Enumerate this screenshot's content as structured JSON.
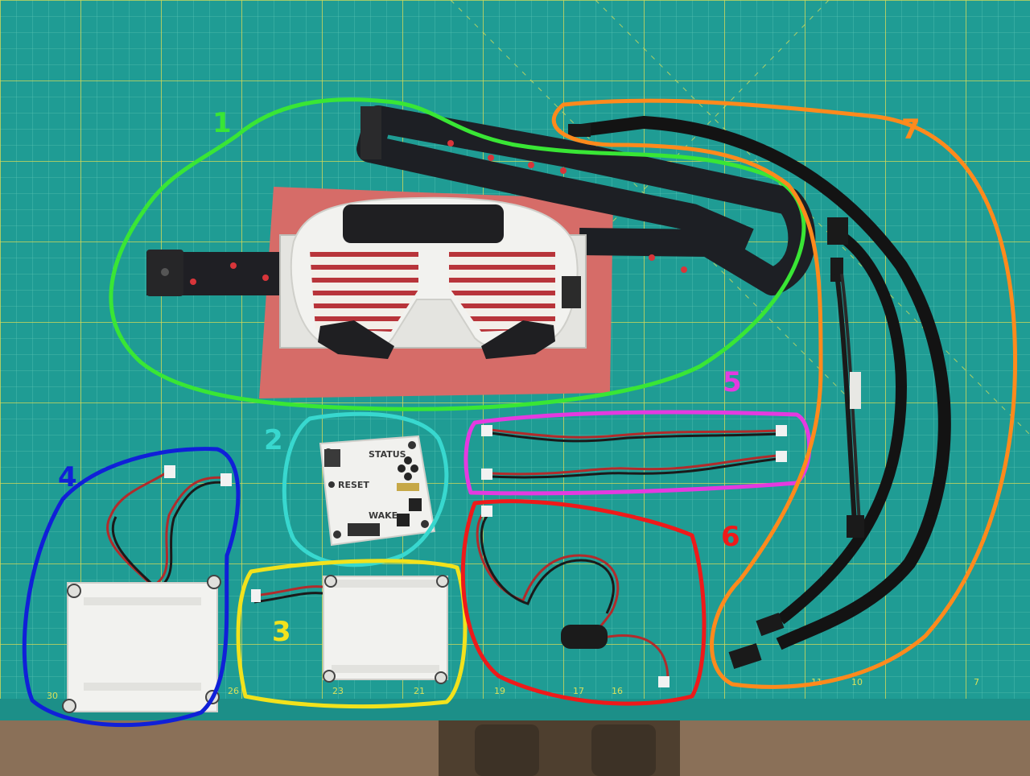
{
  "labels": [
    {
      "id": "group-1",
      "text": "1",
      "color": "#39e635"
    },
    {
      "id": "group-2",
      "text": "2",
      "color": "#38d8cf"
    },
    {
      "id": "group-3",
      "text": "3",
      "color": "#f2e21c"
    },
    {
      "id": "group-4",
      "text": "4",
      "color": "#1020d8"
    },
    {
      "id": "group-5",
      "text": "5",
      "color": "#e43ae0"
    },
    {
      "id": "group-6",
      "text": "6",
      "color": "#ee1a1a"
    },
    {
      "id": "group-7",
      "text": "7",
      "color": "#ff8a1c"
    }
  ],
  "board_text": {
    "status": "STATUS",
    "reset": "RESET",
    "wake": "WAKE"
  },
  "ruler_numbers": [
    "30",
    "26",
    "23",
    "21",
    "19",
    "17",
    "16",
    "11",
    "10",
    "7"
  ],
  "colors": {
    "mat": "#1f9c94",
    "mat_grid": "#3fb7a6",
    "mat_grid_major": "#d7df5a",
    "foam": "#d46b66",
    "goggle": "#f2f2ef",
    "strap": "#1d1f24"
  }
}
